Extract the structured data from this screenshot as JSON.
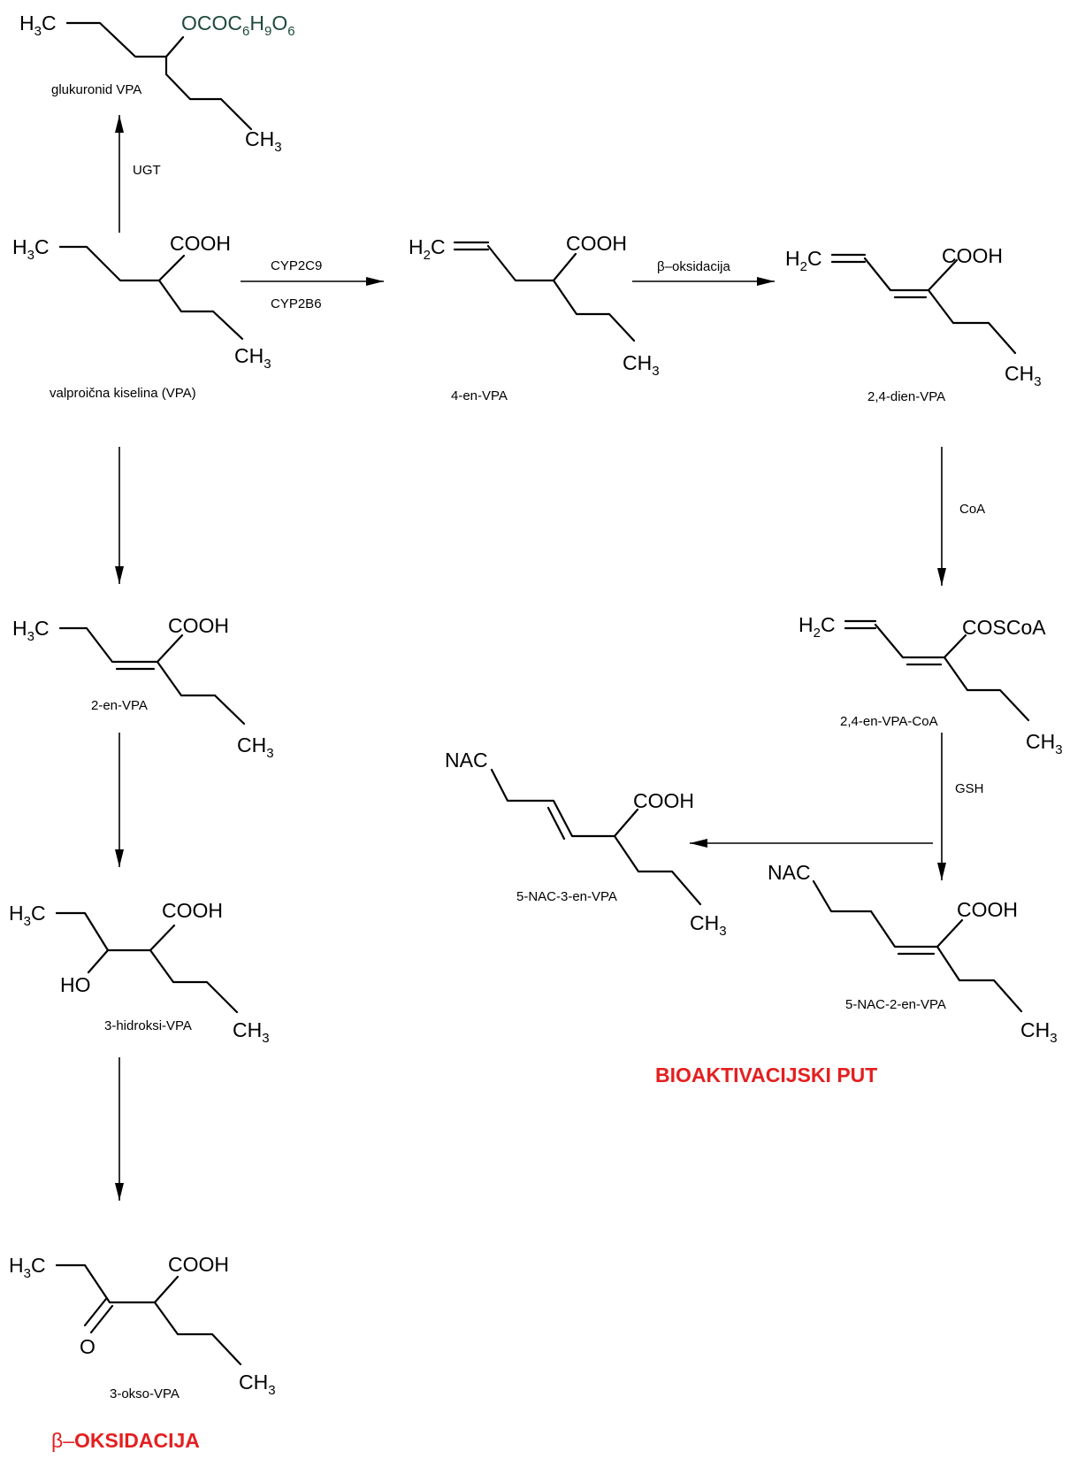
{
  "colors": {
    "pathway_title": "#e41f1f",
    "glucuronide_group": "#1f4a3a",
    "bond": "#000000"
  },
  "compounds": {
    "vpa": {
      "name": "valproična kiselina (VPA)",
      "h3c": "H",
      "h3c_sub": "3",
      "h3c_c": "C",
      "cooh": "COOH",
      "ch3_c": "CH",
      "ch3_sub": "3"
    },
    "glucuronide": {
      "name": "glukuronid VPA",
      "h3c": "H",
      "h3c_sub": "3",
      "h3c_c": "C",
      "oco": "OCOC",
      "s1": "6",
      "h": "H",
      "s2": "9",
      "o": "O",
      "s3": "6",
      "ch3_c": "CH",
      "ch3_sub": "3"
    },
    "en4": {
      "name": "4-en-VPA",
      "h2c": "H",
      "h2c_sub": "2",
      "h2c_c": "C",
      "cooh": "COOH",
      "ch3_c": "CH",
      "ch3_sub": "3"
    },
    "dien24": {
      "name": "2,4-dien-VPA",
      "h2c": "H",
      "h2c_sub": "2",
      "h2c_c": "C",
      "cooh": "COOH",
      "ch3_c": "CH",
      "ch3_sub": "3"
    },
    "coa24": {
      "name": "2,4-en-VPA-CoA",
      "h2c": "H",
      "h2c_sub": "2",
      "h2c_c": "C",
      "coscoa": "COSCoA",
      "ch3_c": "CH",
      "ch3_sub": "3"
    },
    "en2": {
      "name": "2-en-VPA",
      "h3c": "H",
      "h3c_sub": "3",
      "h3c_c": "C",
      "cooh": "COOH",
      "ch3_c": "CH",
      "ch3_sub": "3"
    },
    "hydroxy3": {
      "name": "3-hidroksi-VPA",
      "h3c": "H",
      "h3c_sub": "3",
      "h3c_c": "C",
      "cooh": "COOH",
      "ho": "HO",
      "ch3_c": "CH",
      "ch3_sub": "3"
    },
    "okso3": {
      "name": "3-okso-VPA",
      "h3c": "H",
      "h3c_sub": "3",
      "h3c_c": "C",
      "cooh": "COOH",
      "o": "O",
      "ch3_c": "CH",
      "ch3_sub": "3"
    },
    "nac3en": {
      "name": "5-NAC-3-en-VPA",
      "nac": "NAC",
      "cooh": "COOH",
      "ch3_c": "CH",
      "ch3_sub": "3"
    },
    "nac2en": {
      "name": "5-NAC-2-en-VPA",
      "nac": "NAC",
      "cooh": "COOH",
      "ch3_c": "CH",
      "ch3_sub": "3"
    }
  },
  "enzymes": {
    "ugt": "UGT",
    "cyp2c9": "CYP2C9",
    "cyp2b6": "CYP2B6",
    "beta_oks": "β–oksidacija",
    "coa": "CoA",
    "gsh": "GSH"
  },
  "pathways": {
    "beta_symbol": "β–",
    "beta_title": "OKSIDACIJA",
    "bio_title": "BIOAKTIVACIJSKI PUT"
  }
}
